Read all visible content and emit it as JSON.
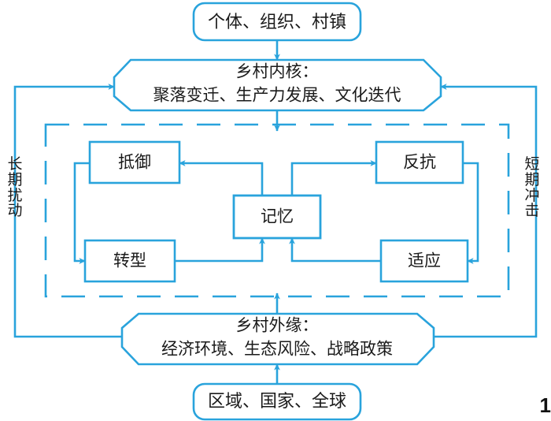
{
  "figure": {
    "number": "1",
    "accent_color": "#2BA6DE",
    "stroke_color": "#29A3DC",
    "text_color": "#1a1a1a",
    "background": "#ffffff"
  },
  "nodes": {
    "top_actors": {
      "label": "个体、组织、村镇",
      "shape": "rounded-rect"
    },
    "core": {
      "line1": "乡村内核：",
      "line2": "聚落变迁、生产力发展、文化迭代",
      "shape": "octagon"
    },
    "periphery": {
      "line1": "乡村外缘：",
      "line2": "经济环境、生态风险、战略政策",
      "shape": "octagon"
    },
    "bottom_scales": {
      "label": "区域、国家、全球",
      "shape": "rounded-rect"
    },
    "resist": {
      "label": "抵御",
      "shape": "rect"
    },
    "rebel": {
      "label": "反抗",
      "shape": "rect"
    },
    "transform": {
      "label": "转型",
      "shape": "rect"
    },
    "adapt": {
      "label": "适应",
      "shape": "rect"
    },
    "memory": {
      "label": "记忆",
      "shape": "rect"
    }
  },
  "side_labels": {
    "left": {
      "text": "长期扰动",
      "chars": [
        "长",
        "期",
        "扰",
        "动"
      ],
      "orientation": "vertical"
    },
    "right": {
      "text": "短期冲击",
      "chars": [
        "短",
        "期",
        "冲",
        "击"
      ],
      "orientation": "vertical"
    }
  },
  "dashed_region": {
    "name": "resilience-system-boundary",
    "style": "dashed"
  }
}
